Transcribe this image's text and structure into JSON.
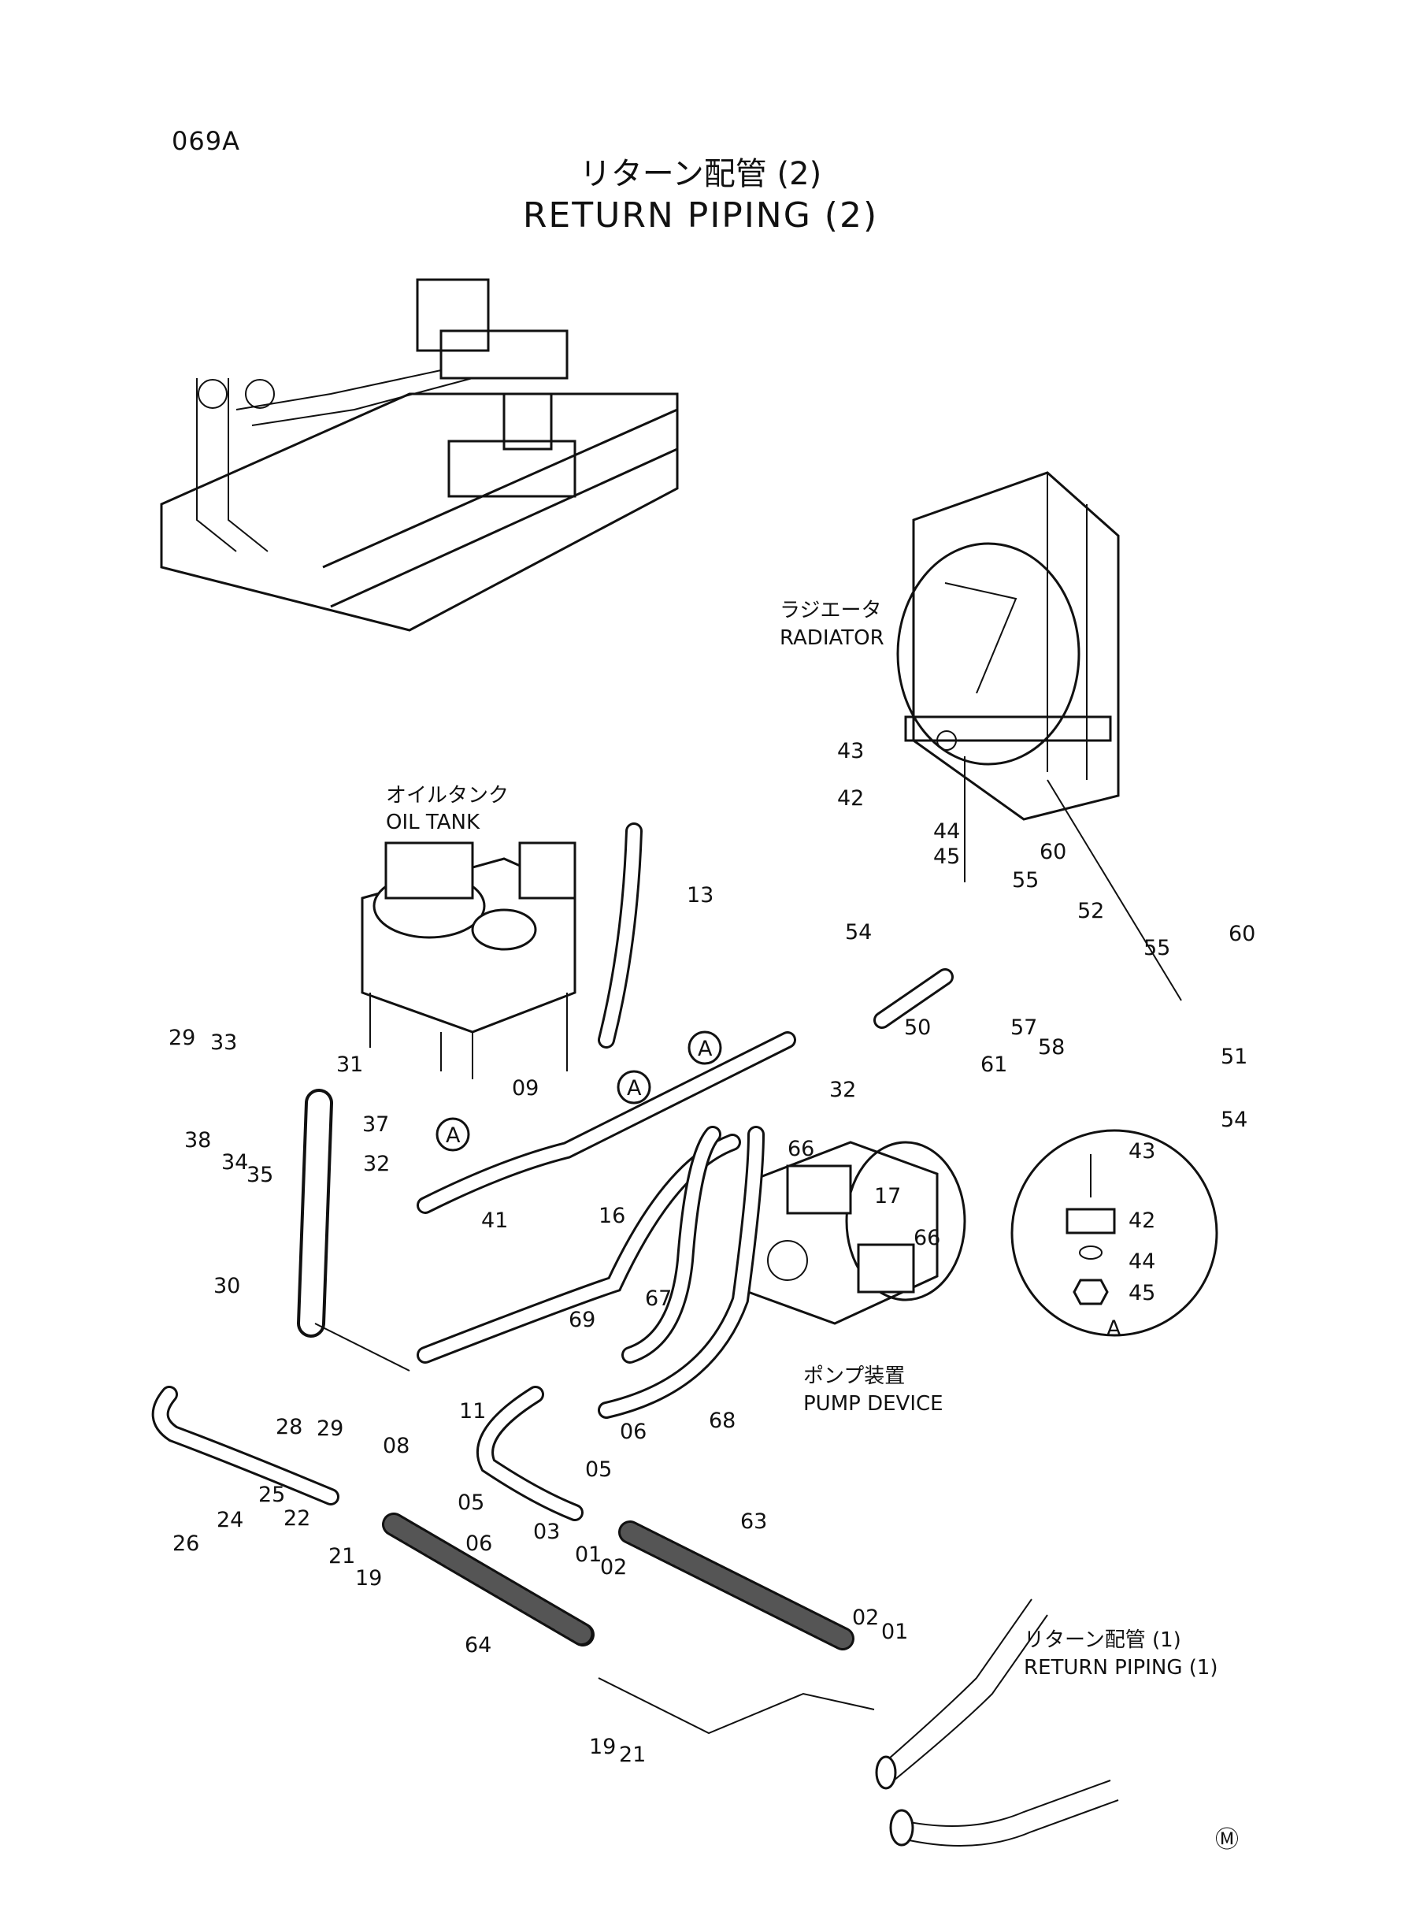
{
  "doc_code": "069A",
  "title_jp": "リターン配管 (2)",
  "title_en": "RETURN PIPING (2)",
  "labels": {
    "radiator_jp": "ラジエータ",
    "radiator_en": "RADIATOR",
    "oil_tank_jp": "オイルタンク",
    "oil_tank_en": "OIL TANK",
    "pump_jp": "ポンプ装置",
    "pump_en": "PUMP DEVICE",
    "return1_jp": "リターン配管 (1)",
    "return1_en": "RETURN PIPING (1)"
  },
  "callouts": {
    "p01": "01",
    "p02": "02",
    "p03": "03",
    "p05": "05",
    "p06": "06",
    "p08": "08",
    "p09": "09",
    "p11": "11",
    "p13": "13",
    "p16": "16",
    "p17": "17",
    "p19": "19",
    "p21": "21",
    "p22": "22",
    "p24": "24",
    "p25": "25",
    "p26": "26",
    "p28": "28",
    "p29": "29",
    "p30": "30",
    "p31": "31",
    "p32": "32",
    "p33": "33",
    "p34": "34",
    "p35": "35",
    "p37": "37",
    "p38": "38",
    "p41": "41",
    "p42": "42",
    "p43": "43",
    "p44": "44",
    "p45": "45",
    "p50": "50",
    "p51": "51",
    "p52": "52",
    "p54": "54",
    "p55": "55",
    "p57": "57",
    "p58": "58",
    "p60": "60",
    "p61": "61",
    "p63": "63",
    "p64": "64",
    "p66": "66",
    "p67": "67",
    "p68": "68",
    "p69": "69",
    "ref_a": "A"
  },
  "mark": "Ⓜ"
}
